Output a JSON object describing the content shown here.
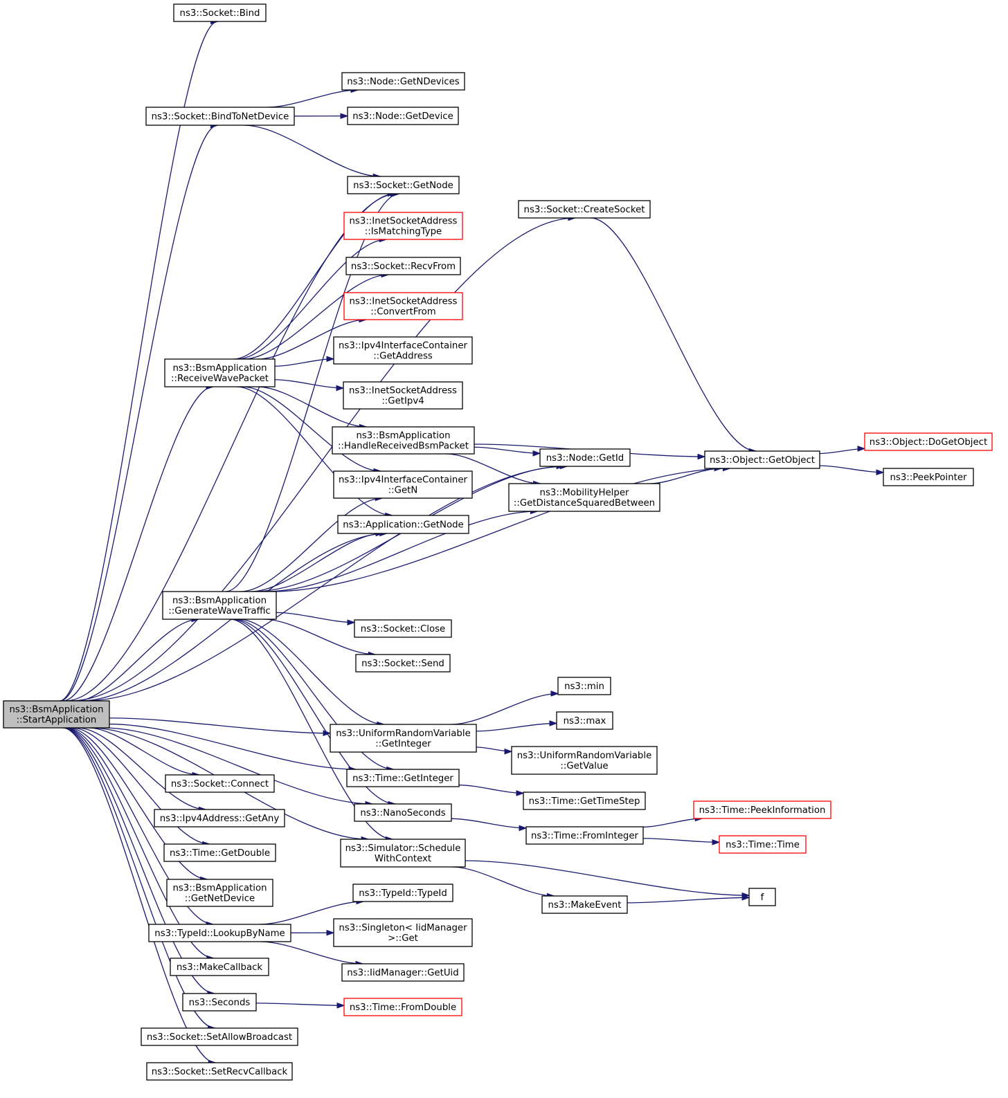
{
  "colors": {
    "edge": "#191970",
    "node_border": "#000000",
    "node_border_truncated": "#ff0000",
    "root_fill": "#bfbfbf"
  },
  "nodes": {
    "startapp": {
      "lines": [
        "ns3::BsmApplication",
        "::StartApplication"
      ],
      "style": "root"
    },
    "bind": {
      "lines": [
        "ns3::Socket::Bind"
      ],
      "style": "normal"
    },
    "bindtonet": {
      "lines": [
        "ns3::Socket::BindToNetDevice"
      ],
      "style": "normal"
    },
    "getndevices": {
      "lines": [
        "ns3::Node::GetNDevices"
      ],
      "style": "normal"
    },
    "getdevice": {
      "lines": [
        "ns3::Node::GetDevice"
      ],
      "style": "normal"
    },
    "sockgetnode": {
      "lines": [
        "ns3::Socket::GetNode"
      ],
      "style": "normal"
    },
    "ismatching": {
      "lines": [
        "ns3::InetSocketAddress",
        "::IsMatchingType"
      ],
      "style": "red"
    },
    "recvfrom": {
      "lines": [
        "ns3::Socket::RecvFrom"
      ],
      "style": "normal"
    },
    "convertfrom": {
      "lines": [
        "ns3::InetSocketAddress",
        "::ConvertFrom"
      ],
      "style": "red"
    },
    "ipv4getaddr": {
      "lines": [
        "ns3::Ipv4InterfaceContainer",
        "::GetAddress"
      ],
      "style": "normal"
    },
    "getipv4": {
      "lines": [
        "ns3::InetSocketAddress",
        "::GetIpv4"
      ],
      "style": "normal"
    },
    "handlebsm": {
      "lines": [
        "ns3::BsmApplication",
        "::HandleReceivedBsmPacket"
      ],
      "style": "normal"
    },
    "ipv4getn": {
      "lines": [
        "ns3::Ipv4InterfaceContainer",
        "::GetN"
      ],
      "style": "normal"
    },
    "appgetnode": {
      "lines": [
        "ns3::Application::GetNode"
      ],
      "style": "normal"
    },
    "receivewave": {
      "lines": [
        "ns3::BsmApplication",
        "::ReceiveWavePacket"
      ],
      "style": "normal"
    },
    "generatewave": {
      "lines": [
        "ns3::BsmApplication",
        "::GenerateWaveTraffic"
      ],
      "style": "normal"
    },
    "createsocket": {
      "lines": [
        "ns3::Socket::CreateSocket"
      ],
      "style": "normal"
    },
    "nodegetid": {
      "lines": [
        "ns3::Node::GetId"
      ],
      "style": "normal"
    },
    "mobility": {
      "lines": [
        "ns3::MobilityHelper",
        "::GetDistanceSquaredBetween"
      ],
      "style": "normal"
    },
    "getobject": {
      "lines": [
        "ns3::Object::GetObject"
      ],
      "style": "normal"
    },
    "dogetobject": {
      "lines": [
        "ns3::Object::DoGetObject"
      ],
      "style": "red"
    },
    "peekpointer": {
      "lines": [
        "ns3::PeekPointer"
      ],
      "style": "normal"
    },
    "close": {
      "lines": [
        "ns3::Socket::Close"
      ],
      "style": "normal"
    },
    "send": {
      "lines": [
        "ns3::Socket::Send"
      ],
      "style": "normal"
    },
    "min": {
      "lines": [
        "ns3::min"
      ],
      "style": "normal"
    },
    "max": {
      "lines": [
        "ns3::max"
      ],
      "style": "normal"
    },
    "urvgetint": {
      "lines": [
        "ns3::UniformRandomVariable",
        "::GetInteger"
      ],
      "style": "normal"
    },
    "urvgetval": {
      "lines": [
        "ns3::UniformRandomVariable",
        "::GetValue"
      ],
      "style": "normal"
    },
    "timegetint": {
      "lines": [
        "ns3::Time::GetInteger"
      ],
      "style": "normal"
    },
    "gettimestep": {
      "lines": [
        "ns3::Time::GetTimeStep"
      ],
      "style": "normal"
    },
    "nanoseconds": {
      "lines": [
        "ns3::NanoSeconds"
      ],
      "style": "normal"
    },
    "frominteger": {
      "lines": [
        "ns3::Time::FromInteger"
      ],
      "style": "normal"
    },
    "peekinfo": {
      "lines": [
        "ns3::Time::PeekInformation"
      ],
      "style": "red"
    },
    "timetime": {
      "lines": [
        "ns3::Time::Time"
      ],
      "style": "red"
    },
    "schedule": {
      "lines": [
        "ns3::Simulator::Schedule",
        "WithContext"
      ],
      "style": "normal"
    },
    "makeevent": {
      "lines": [
        "ns3::MakeEvent"
      ],
      "style": "normal"
    },
    "f": {
      "lines": [
        "f"
      ],
      "style": "normal"
    },
    "connect": {
      "lines": [
        "ns3::Socket::Connect"
      ],
      "style": "normal"
    },
    "getany": {
      "lines": [
        "ns3::Ipv4Address::GetAny"
      ],
      "style": "normal"
    },
    "getdouble": {
      "lines": [
        "ns3::Time::GetDouble"
      ],
      "style": "normal"
    },
    "getnetdevice": {
      "lines": [
        "ns3::BsmApplication",
        "::GetNetDevice"
      ],
      "style": "normal"
    },
    "typeidtypeid": {
      "lines": [
        "ns3::TypeId::TypeId"
      ],
      "style": "normal"
    },
    "lookupbyname": {
      "lines": [
        "ns3::TypeId::LookupByName"
      ],
      "style": "normal"
    },
    "singletonget": {
      "lines": [
        "ns3::Singleton< IidManager",
        ">::Get"
      ],
      "style": "normal"
    },
    "iidgetuid": {
      "lines": [
        "ns3::IidManager::GetUid"
      ],
      "style": "normal"
    },
    "makecallback": {
      "lines": [
        "ns3::MakeCallback"
      ],
      "style": "normal"
    },
    "seconds": {
      "lines": [
        "ns3::Seconds"
      ],
      "style": "normal"
    },
    "fromdouble": {
      "lines": [
        "ns3::Time::FromDouble"
      ],
      "style": "red"
    },
    "setallowbc": {
      "lines": [
        "ns3::Socket::SetAllowBroadcast"
      ],
      "style": "normal"
    },
    "setrecvcb": {
      "lines": [
        "ns3::Socket::SetRecvCallback"
      ],
      "style": "normal"
    }
  },
  "edges": [
    [
      "startapp",
      "bind"
    ],
    [
      "startapp",
      "createsocket"
    ],
    [
      "startapp",
      "bindtonet"
    ],
    [
      "startapp",
      "nodegetid"
    ],
    [
      "startapp",
      "sockgetnode"
    ],
    [
      "startapp",
      "receivewave"
    ],
    [
      "startapp",
      "appgetnode"
    ],
    [
      "startapp",
      "generatewave"
    ],
    [
      "startapp",
      "urvgetint"
    ],
    [
      "startapp",
      "timegetint"
    ],
    [
      "startapp",
      "nanoseconds"
    ],
    [
      "startapp",
      "schedule"
    ],
    [
      "startapp",
      "connect"
    ],
    [
      "startapp",
      "getany"
    ],
    [
      "startapp",
      "getdouble"
    ],
    [
      "startapp",
      "getnetdevice"
    ],
    [
      "startapp",
      "lookupbyname"
    ],
    [
      "startapp",
      "makecallback"
    ],
    [
      "startapp",
      "seconds"
    ],
    [
      "startapp",
      "setallowbc"
    ],
    [
      "startapp",
      "setrecvcb"
    ],
    [
      "bindtonet",
      "getndevices"
    ],
    [
      "bindtonet",
      "getdevice"
    ],
    [
      "bindtonet",
      "sockgetnode"
    ],
    [
      "receivewave",
      "sockgetnode"
    ],
    [
      "receivewave",
      "ismatching"
    ],
    [
      "receivewave",
      "recvfrom"
    ],
    [
      "receivewave",
      "convertfrom"
    ],
    [
      "receivewave",
      "ipv4getaddr"
    ],
    [
      "receivewave",
      "getipv4"
    ],
    [
      "receivewave",
      "handlebsm"
    ],
    [
      "receivewave",
      "ipv4getn"
    ],
    [
      "receivewave",
      "appgetnode"
    ],
    [
      "handlebsm",
      "getobject"
    ],
    [
      "handlebsm",
      "nodegetid"
    ],
    [
      "handlebsm",
      "mobility"
    ],
    [
      "generatewave",
      "sockgetnode"
    ],
    [
      "generatewave",
      "ipv4getn"
    ],
    [
      "generatewave",
      "appgetnode"
    ],
    [
      "generatewave",
      "nodegetid"
    ],
    [
      "generatewave",
      "mobility"
    ],
    [
      "generatewave",
      "close"
    ],
    [
      "generatewave",
      "send"
    ],
    [
      "generatewave",
      "getobject"
    ],
    [
      "generatewave",
      "urvgetint"
    ],
    [
      "generatewave",
      "timegetint"
    ],
    [
      "generatewave",
      "nanoseconds"
    ],
    [
      "generatewave",
      "schedule"
    ],
    [
      "createsocket",
      "getobject"
    ],
    [
      "mobility",
      "getobject"
    ],
    [
      "getobject",
      "dogetobject"
    ],
    [
      "getobject",
      "peekpointer"
    ],
    [
      "urvgetint",
      "min"
    ],
    [
      "urvgetint",
      "max"
    ],
    [
      "urvgetint",
      "urvgetval"
    ],
    [
      "timegetint",
      "gettimestep"
    ],
    [
      "nanoseconds",
      "frominteger"
    ],
    [
      "frominteger",
      "peekinfo"
    ],
    [
      "frominteger",
      "timetime"
    ],
    [
      "schedule",
      "makeevent"
    ],
    [
      "schedule",
      "f"
    ],
    [
      "makeevent",
      "f"
    ],
    [
      "lookupbyname",
      "typeidtypeid"
    ],
    [
      "lookupbyname",
      "singletonget"
    ],
    [
      "lookupbyname",
      "iidgetuid"
    ],
    [
      "seconds",
      "fromdouble"
    ]
  ]
}
